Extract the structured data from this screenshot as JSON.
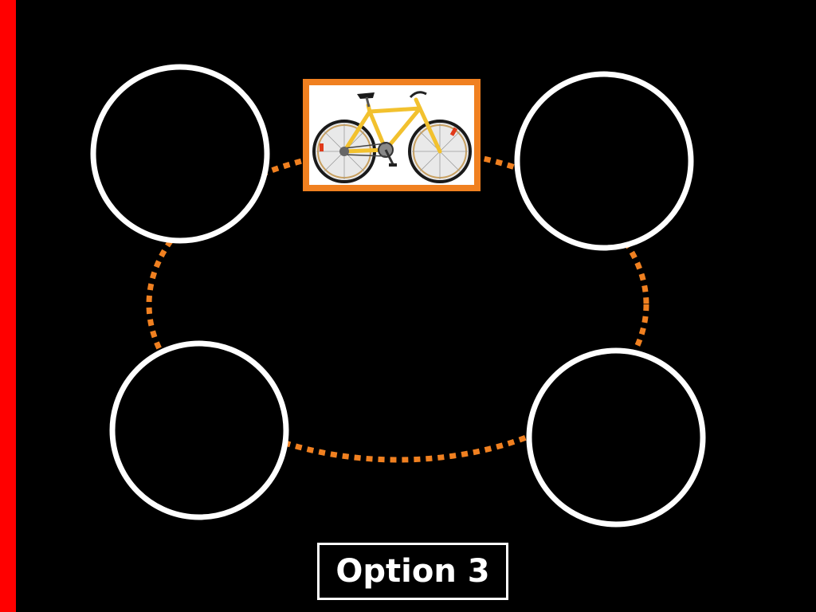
{
  "slide": {
    "background_color": "#000000",
    "accent_bar_color": "#ff0000",
    "label": "Option 3"
  },
  "diagram": {
    "connector_color": "#f08020",
    "connector_style": "dotted",
    "node_count": 4,
    "node_stroke_color": "#ffffff",
    "node_fill_color": "#000000",
    "center_image": {
      "icon": "bicycle-icon",
      "frame_color": "#f08020",
      "bike_frame_color": "#f2c12e"
    }
  }
}
